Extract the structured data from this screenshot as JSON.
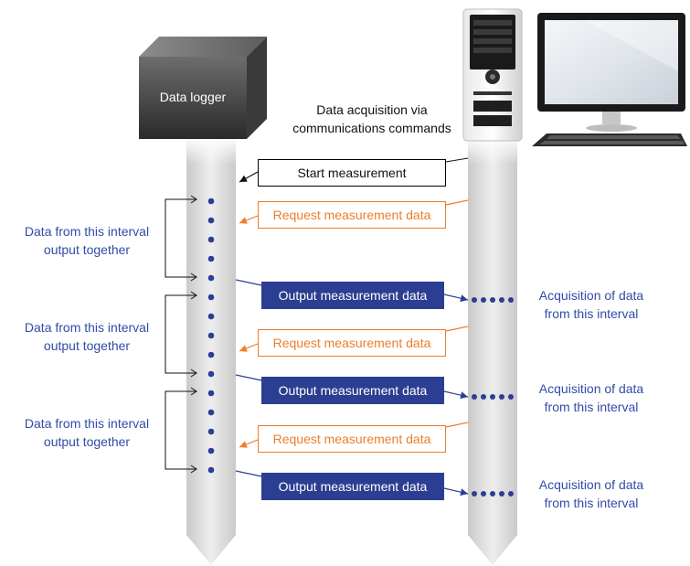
{
  "colors": {
    "blue": "#2c3e91",
    "blue_text": "#2f4ca8",
    "orange": "#ee7d2b",
    "black": "#111111",
    "bar": "#d9d9d9"
  },
  "icons": {
    "logger": "data-logger-cube-icon",
    "tower": "pc-tower-icon",
    "monitor": "monitor-icon",
    "keyboard": "keyboard-icon"
  },
  "logger": {
    "label": "Data logger"
  },
  "caption": {
    "line1": "Data acquisition via",
    "line2": "communications commands"
  },
  "start": {
    "label": "Start measurement"
  },
  "intervals": [
    {
      "left_line1": "Data from this interval",
      "left_line2": "output together",
      "request": "Request measurement data",
      "output": "Output measurement data",
      "right_line1": "Acquisition of data",
      "right_line2": "from this interval"
    },
    {
      "left_line1": "Data from this interval",
      "left_line2": "output together",
      "request": "Request measurement data",
      "output": "Output measurement data",
      "right_line1": "Acquisition of data",
      "right_line2": "from this interval"
    },
    {
      "left_line1": "Data from this interval",
      "left_line2": "output together",
      "request": "Request measurement data",
      "output": "Output measurement data",
      "right_line1": "Acquisition of data",
      "right_line2": "from this interval"
    }
  ]
}
